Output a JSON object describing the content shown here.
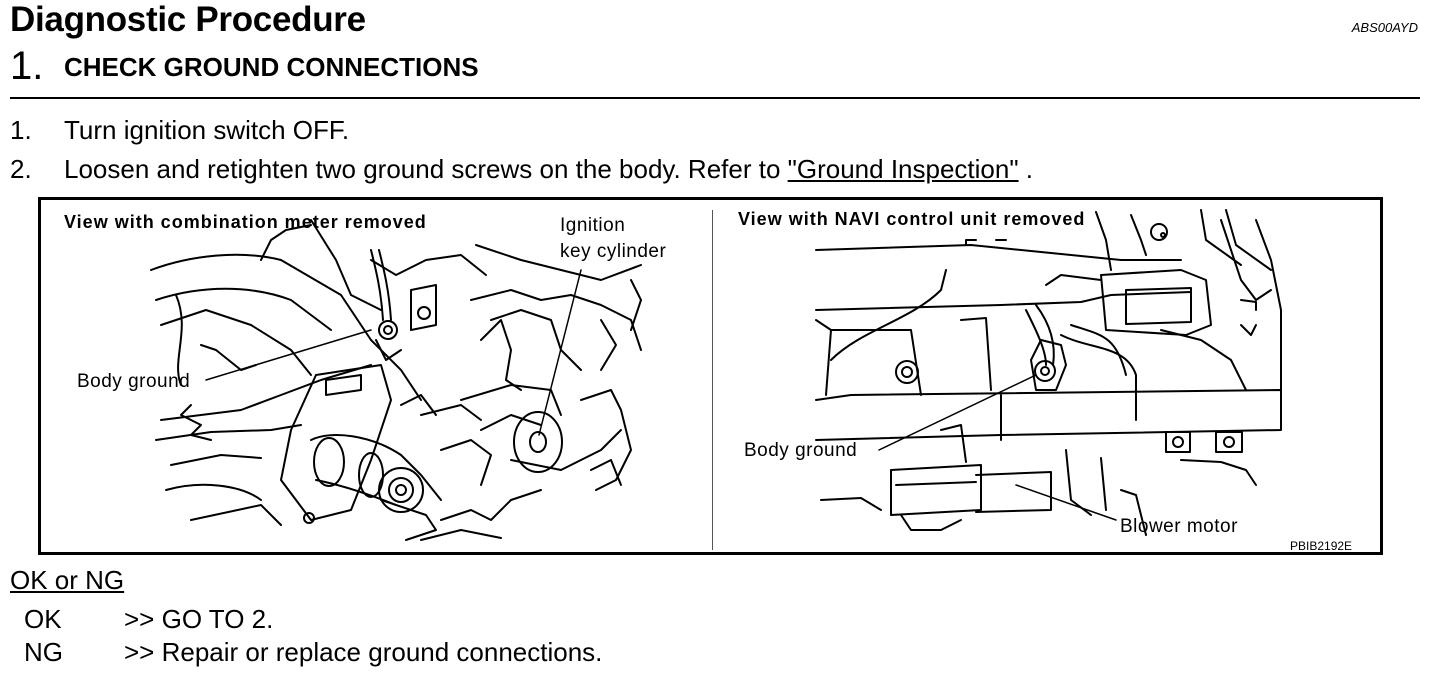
{
  "header": {
    "title": "Diagnostic Procedure",
    "doc_code": "ABS00AYD",
    "step_number": "1.",
    "step_title": "CHECK GROUND CONNECTIONS"
  },
  "instructions": [
    {
      "num": "1.",
      "text": "Turn ignition switch OFF."
    },
    {
      "num": "2.",
      "text": "Loosen and retighten two ground screws on the body. Refer to ",
      "link": "\"Ground Inspection\"",
      "suffix": " ."
    }
  ],
  "figure": {
    "left_heading": "View with combination meter removed",
    "right_heading": "View with NAVI control unit removed",
    "left_labels": {
      "ignition_line1": "Ignition",
      "ignition_line2": "key cylinder",
      "body_ground": "Body ground"
    },
    "right_labels": {
      "body_ground": "Body ground",
      "blower_motor": "Blower motor"
    },
    "figure_code": "PBIB2192E"
  },
  "result": {
    "heading": "OK or NG",
    "ok_key": "OK",
    "ok_text": ">> GO TO 2.",
    "ng_key": "NG",
    "ng_text": ">> Repair or replace ground connections."
  }
}
